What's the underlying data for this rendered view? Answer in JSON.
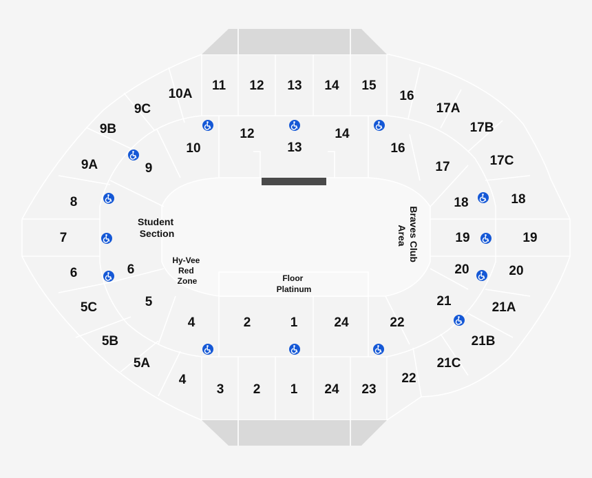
{
  "colors": {
    "background": "#f5f5f5",
    "section_fill": "#f3f3f3",
    "section_lines": "#ffffff",
    "end_block": "#d9d9d9",
    "stage_bar": "#4a4a4a",
    "accessible_icon": "#1558d6",
    "label_text": "#111111"
  },
  "upper_sections": [
    "11",
    "12",
    "13",
    "14",
    "15",
    "10A",
    "9C",
    "9B",
    "9A",
    "8",
    "7",
    "6",
    "5C",
    "5B",
    "5A",
    "4",
    "3",
    "2",
    "1",
    "24",
    "23",
    "22",
    "21C",
    "21B",
    "21A",
    "20",
    "19",
    "18",
    "17C",
    "17B",
    "17A",
    "16"
  ],
  "lower_sections": [
    "12",
    "13",
    "14",
    "10",
    "9",
    "16",
    "17",
    "18",
    "19",
    "20",
    "21",
    "22",
    "24",
    "1",
    "2",
    "4",
    "6",
    "5"
  ],
  "area_labels": {
    "student_section": [
      "Student",
      "Section"
    ],
    "red_zone": [
      "Hy-Vee",
      "Red",
      "Zone"
    ],
    "floor": [
      "Floor",
      "Platinum"
    ],
    "braves_club": [
      "Braves Club",
      "Area"
    ]
  },
  "accessible_icon_name": "wheelchair-icon",
  "accessible_icon_count": 14
}
